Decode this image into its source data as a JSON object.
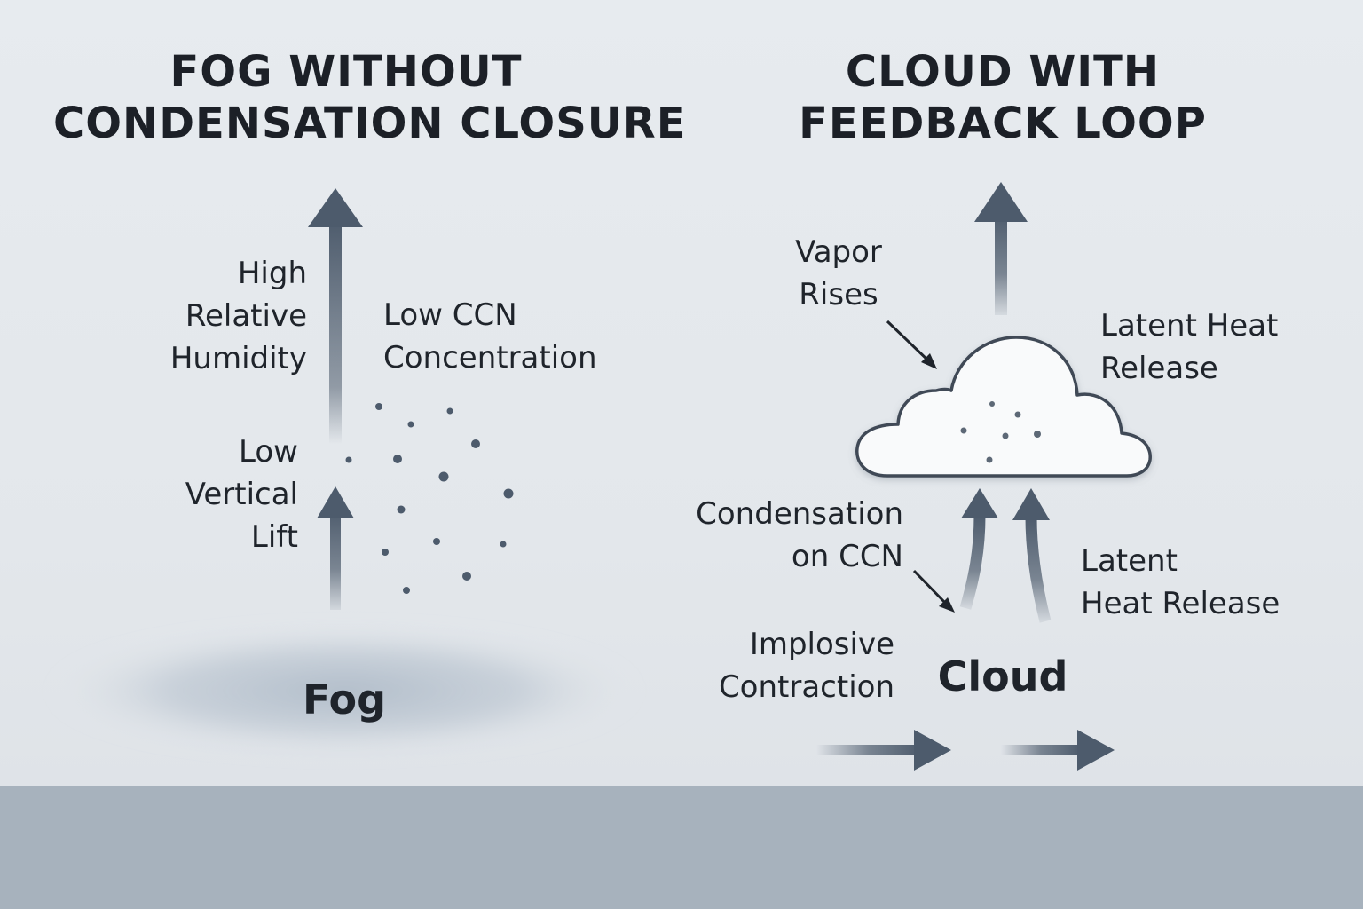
{
  "left_panel": {
    "title_line1": "FOG WITHOUT",
    "title_line2": "CONDENSATION CLOSURE",
    "humidity_label": [
      "High",
      "Relative",
      "Humidity"
    ],
    "ccn_label": [
      "Low CCN",
      "Concentration"
    ],
    "lift_label": [
      "Low",
      "Vertical",
      "Lift"
    ],
    "fog_label": "Fog"
  },
  "right_panel": {
    "title_line1": "CLOUD WITH",
    "title_line2": "FEEDBACK LOOP",
    "vapor_label": [
      "Vapor",
      "Rises"
    ],
    "latent_top_label": [
      "Latent Heat",
      "Release"
    ],
    "condensation_label": [
      "Condensation",
      "on CCN"
    ],
    "latent_bottom_label": [
      "Latent",
      "Heat Release"
    ],
    "implosive_label": [
      "Implosive",
      "Contraction"
    ],
    "cloud_label": "Cloud"
  },
  "colors": {
    "background": "#e5e9ed",
    "arrow": "#4d5b6c",
    "ground": "#a7b2bd",
    "fog": "#a9b6c4",
    "text": "#1f242b"
  }
}
